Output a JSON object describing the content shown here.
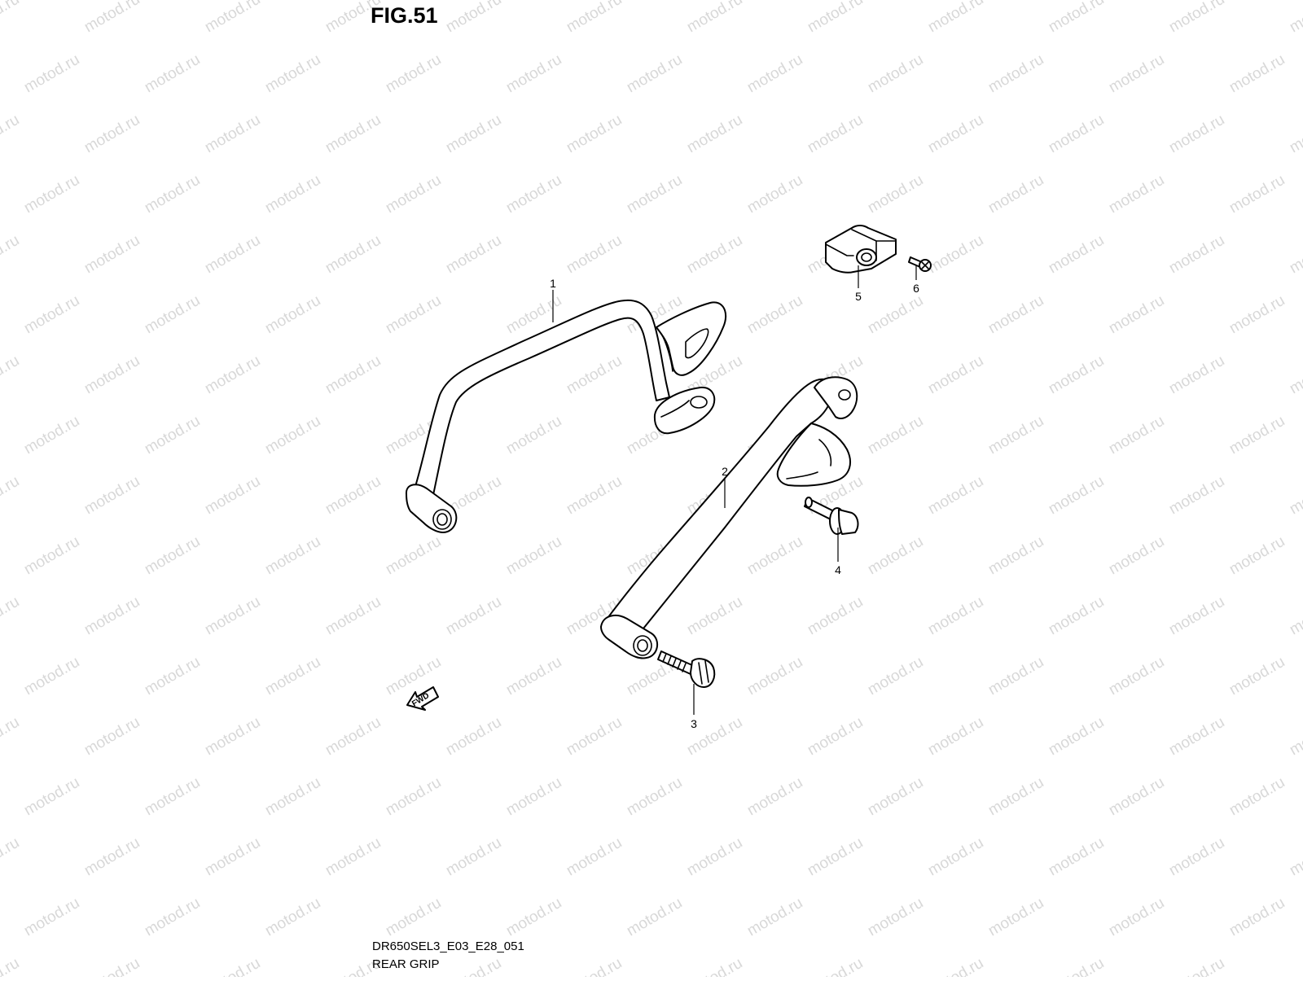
{
  "figure": {
    "title": "FIG.51",
    "model_code": "DR650SEL3_E03_E28_051",
    "caption": "REAR GRIP"
  },
  "watermark": {
    "text": "motod.ru",
    "color": "#d8d8d8"
  },
  "direction_indicator": {
    "label": "FWD"
  },
  "callouts": [
    {
      "number": "1",
      "part": "rear-grip-left"
    },
    {
      "number": "2",
      "part": "rear-grip-right"
    },
    {
      "number": "3",
      "part": "bolt"
    },
    {
      "number": "4",
      "part": "bolt"
    },
    {
      "number": "5",
      "part": "cushion"
    },
    {
      "number": "6",
      "part": "screw"
    }
  ]
}
